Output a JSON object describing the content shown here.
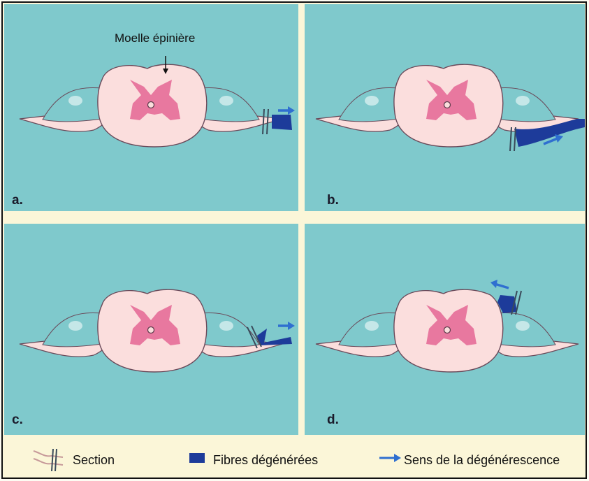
{
  "spinal_label": "Moelle épinière",
  "panels": [
    {
      "id": "a",
      "label": "a."
    },
    {
      "id": "b",
      "label": "b."
    },
    {
      "id": "c",
      "label": "c."
    },
    {
      "id": "d",
      "label": "d."
    }
  ],
  "legend": {
    "section": "Section",
    "fibres": "Fibres dégénérées",
    "direction": "Sens de la dégénérescence"
  },
  "colors": {
    "background": "#7fc9cc",
    "cord_white_matter": "#fbdedd",
    "cord_grey_matter": "#e8789f",
    "degenerated_fibres": "#1d3b9a",
    "arrow": "#2f6fd0",
    "legend_bg": "#fbf6d8"
  }
}
